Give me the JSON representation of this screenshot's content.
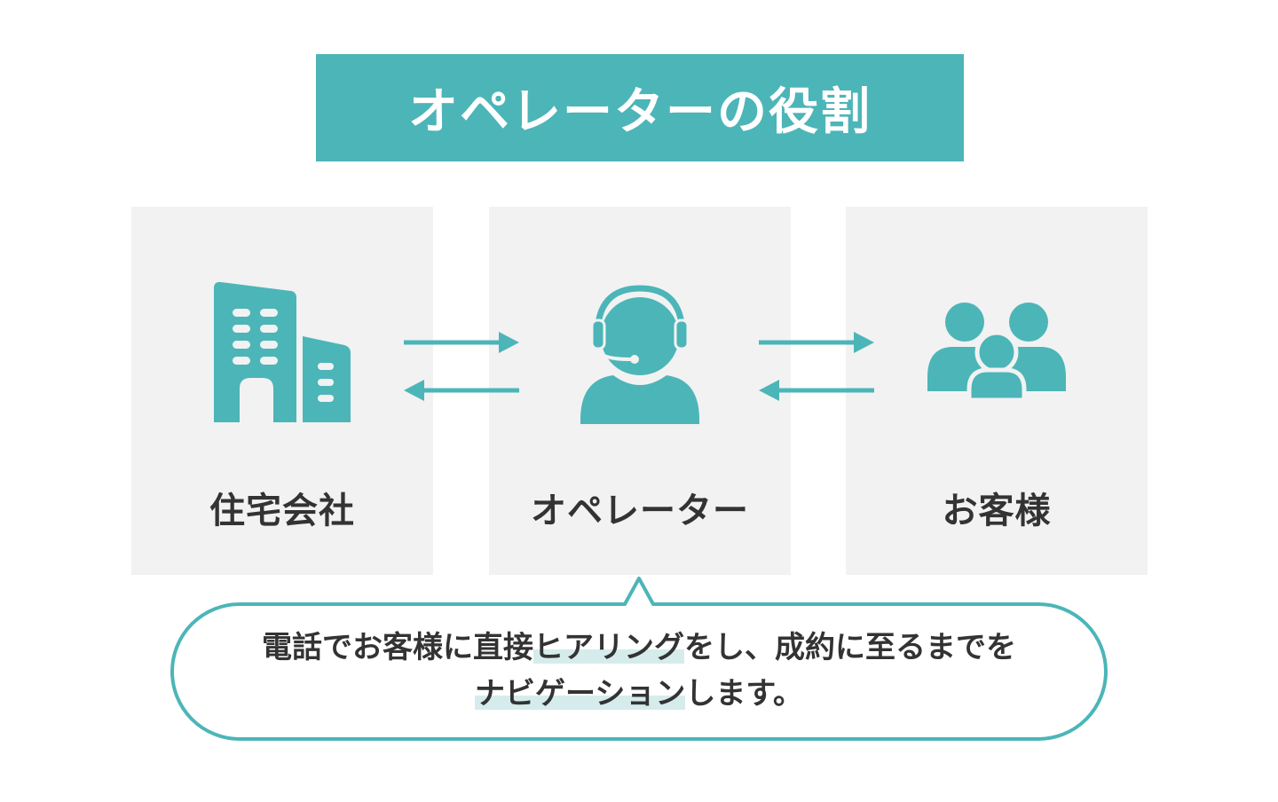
{
  "title": "オペレーターの役割",
  "colors": {
    "accent": "#4cb5b8",
    "card_bg": "#f2f2f2",
    "text": "#333333",
    "highlight": "#d6ecec"
  },
  "cards": [
    {
      "label": "住宅会社",
      "icon": "building-icon"
    },
    {
      "label": "オペレーター",
      "icon": "headset-operator-icon"
    },
    {
      "label": "お客様",
      "icon": "customers-group-icon"
    }
  ],
  "arrows": [
    "bidirectional-arrows-icon",
    "bidirectional-arrows-icon"
  ],
  "bubble": {
    "line1_a": "電話でお客様に直接",
    "line1_hl": "ヒアリング",
    "line1_b": "をし、成約に至るまでを",
    "line2_hl": "ナビゲーション",
    "line2_b": "します。"
  }
}
